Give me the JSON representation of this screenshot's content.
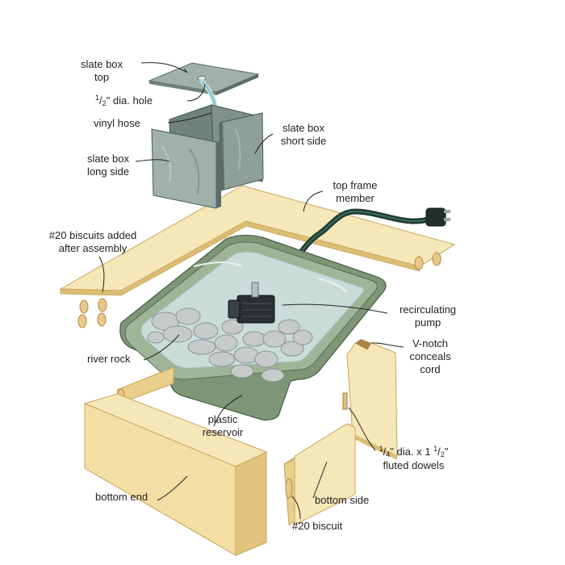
{
  "labels": {
    "slate_box_top": [
      "slate box",
      "top"
    ],
    "half_inch_hole": {
      "num": "1",
      "den": "2",
      "rest": "\" dia. hole"
    },
    "vinyl_hose": "vinyl hose",
    "slate_box_short_side": [
      "slate box",
      "short side"
    ],
    "slate_box_long_side": [
      "slate box",
      "long side"
    ],
    "top_frame_member": [
      "top frame",
      "member"
    ],
    "biscuits_added": [
      "#20 biscuits added",
      "after assembly"
    ],
    "recirculating_pump": [
      "recirculating",
      "pump"
    ],
    "river_rock": "river rock",
    "v_notch": [
      "V-notch",
      "conceals",
      "cord"
    ],
    "plastic_reservoir": [
      "plastic",
      "reservoir"
    ],
    "fluted_dowels": {
      "num1": "1",
      "den1": "4",
      "mid": "\" dia. x 1 ",
      "num2": "1",
      "den2": "2",
      "end": "\"",
      "line2": "fluted dowels"
    },
    "bottom_end": "bottom end",
    "bottom_side": "bottom side",
    "biscuit_20": "#20 biscuit"
  },
  "colors": {
    "wood_light": "#f6e7b8",
    "wood_mid": "#e9cf8c",
    "wood_edge": "#c9a55a",
    "slate_light": "#9fb1aa",
    "slate_dark": "#5b6d67",
    "reservoir": "#7d9776",
    "reservoir_dark": "#566e54",
    "water": "#c9dcd8",
    "rock": "#c7cacb",
    "cord": "#1f3b33",
    "pump": "#2a2f33",
    "leader": "#222222"
  }
}
